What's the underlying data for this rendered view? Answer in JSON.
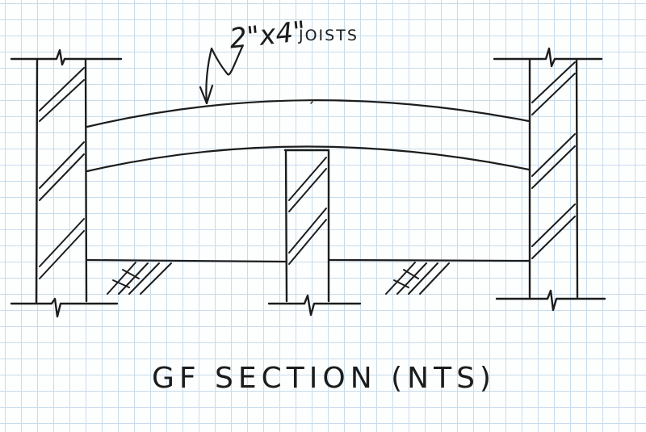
{
  "drawing": {
    "joist_label_main": "2\"x4\"",
    "joist_label_suffix": "JOISTS",
    "section_title": "GF SECTION (NTS)"
  }
}
